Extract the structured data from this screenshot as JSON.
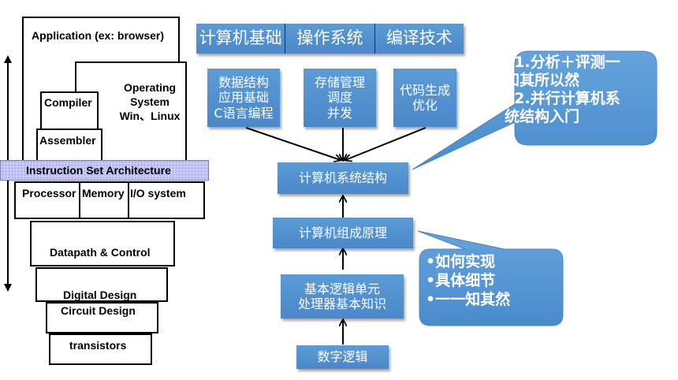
{
  "layers": {
    "application": "Application (ex: browser)",
    "operating_system": [
      "Operating",
      "System",
      "Win、Linux"
    ],
    "compiler": "Compiler",
    "assembler": "Assembler",
    "isa": "Instruction Set Architecture",
    "processor": "Processor",
    "memory": "Memory",
    "io_system": "I/O system",
    "datapath_control": "Datapath & Control",
    "digital_design": "Digital Design",
    "circuit_design": "Circuit Design",
    "transistors": "transistors"
  },
  "courses": {
    "top_row": [
      "计算机基础",
      "操作系统",
      "编译技术"
    ],
    "data_structures": [
      "数据结构",
      "应用基础",
      "C语言编程"
    ],
    "os_topics": [
      "存储管理",
      "调度",
      "并发"
    ],
    "compiler_topics": [
      "代码生成",
      "优化"
    ],
    "architecture": "计算机系统结构",
    "organization": "计算机组成原理",
    "basic_logic": [
      "基本逻辑单元",
      "处理器基本知识"
    ],
    "digital_logic": "数字逻辑"
  },
  "callouts": {
    "architecture_note": [
      "•1.分析＋评测一",
      "知其所以然",
      "•2.并行计算机系",
      "统结构入门"
    ],
    "organization_note": [
      "•如何实现",
      "•具体细节",
      "•一一知其然"
    ]
  },
  "colors": {
    "box_blue": "#5b9bd5",
    "isa_band": "#b8b8e8"
  }
}
